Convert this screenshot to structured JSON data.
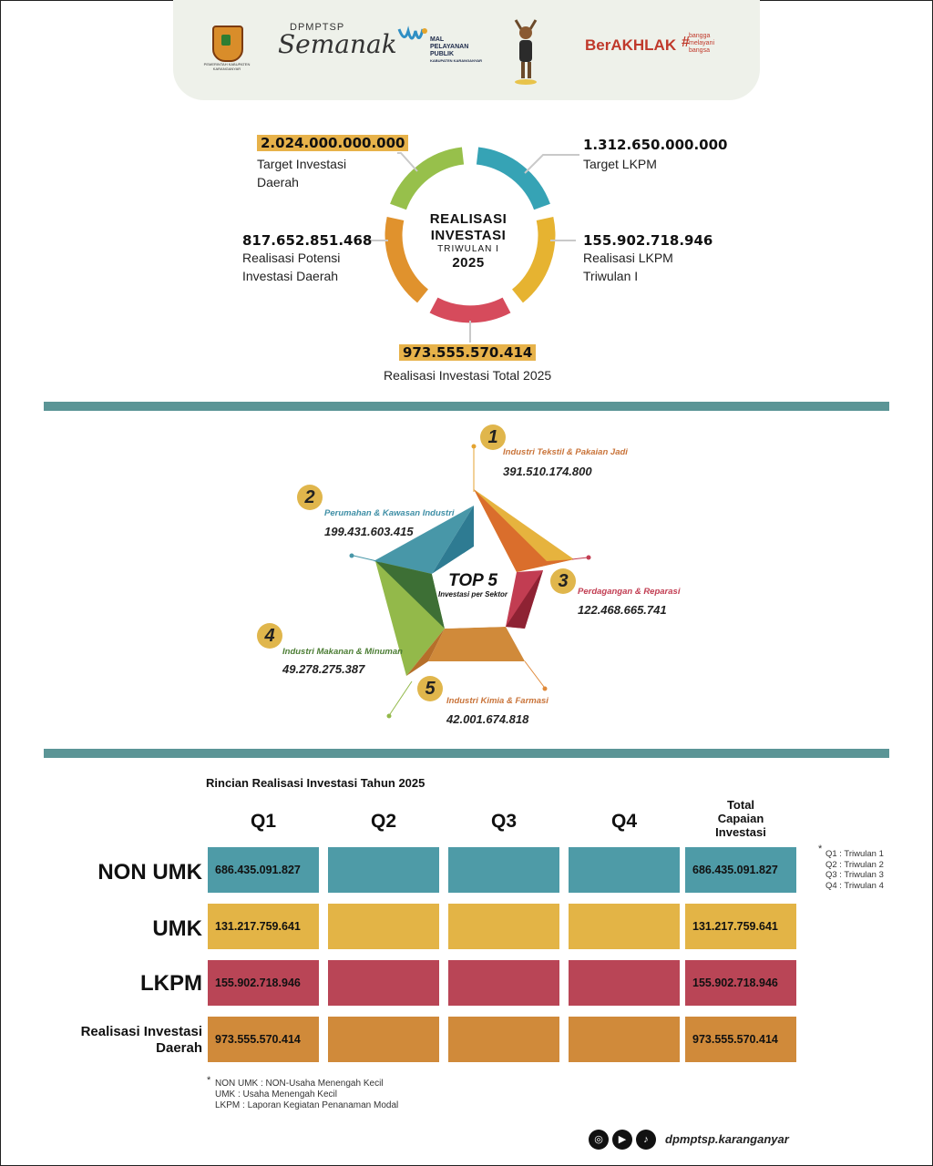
{
  "header": {
    "crest_caption": "PEMERINTAH KABUPATEN KARANGANYAR",
    "semanak_top": "DPMPTSP",
    "semanak": "Semanak",
    "mpp_lines": [
      "MAL",
      "PELAYANAN",
      "PUBLIK",
      "KABUPATEN KARANGANYAR"
    ],
    "berakhlak": "BerAKHLAK",
    "bangga_lines": [
      "bangga",
      "melayani",
      "bangsa"
    ]
  },
  "realisasi": {
    "center_line1": "REALISASI",
    "center_line2": "INVESTASI",
    "center_line3": "TRIWULAN I",
    "center_line4": "2025",
    "target_daerah_value": "2.024.000.000.000",
    "target_daerah_label1": "Target Investasi",
    "target_daerah_label2": "Daerah",
    "target_lkpm_value": "1.312.650.000.000",
    "target_lkpm_label": "Target LKPM",
    "potensi_value": "817.652.851.468",
    "potensi_label1": "Realisasi Potensi",
    "potensi_label2": "Investasi Daerah",
    "lkpm_tw_value": "155.902.718.946",
    "lkpm_tw_label1": "Realisasi LKPM",
    "lkpm_tw_label2": "Triwulan I",
    "total_value": "973.555.570.414",
    "total_label": "Realisasi Investasi Total 2025"
  },
  "top5": {
    "title": "TOP 5",
    "subtitle": "Investasi per Sektor",
    "sectors": [
      {
        "rank": "1",
        "name": "Industri Tekstil & Pakaian Jadi",
        "value": "391.510.174.800"
      },
      {
        "rank": "2",
        "name": "Perumahan & Kawasan Industri",
        "value": "199.431.603.415"
      },
      {
        "rank": "3",
        "name": "Perdagangan & Reparasi",
        "value": "122.468.665.741"
      },
      {
        "rank": "4",
        "name": "Industri Makanan & Minuman",
        "value": "49.278.275.387"
      },
      {
        "rank": "5",
        "name": "Industri Kimia & Farmasi",
        "value": "42.001.674.818"
      }
    ]
  },
  "table": {
    "title": "Rincian Realisasi Investasi Tahun 2025",
    "columns": [
      "Q1",
      "Q2",
      "Q3",
      "Q4"
    ],
    "total_head": [
      "Total",
      "Capaian",
      "Investasi"
    ],
    "rows": [
      {
        "label": "NON UMK",
        "q1": "686.435.091.827",
        "q2": "",
        "q3": "",
        "q4": "",
        "total": "686.435.091.827",
        "color": "#4e9ba7"
      },
      {
        "label": "UMK",
        "q1": "131.217.759.641",
        "q2": "",
        "q3": "",
        "q4": "",
        "total": "131.217.759.641",
        "color": "#e3b446"
      },
      {
        "label": "LKPM",
        "q1": "155.902.718.946",
        "q2": "",
        "q3": "",
        "q4": "",
        "total": "155.902.718.946",
        "color": "#b94556"
      },
      {
        "label1": "Realisasi Investasi",
        "label2": "Daerah",
        "q1": "973.555.570.414",
        "q2": "",
        "q3": "",
        "q4": "",
        "total": "973.555.570.414",
        "color": "#d08a3a"
      }
    ],
    "quarter_legend": [
      "Q1 : Triwulan 1",
      "Q2 : Triwulan 2",
      "Q3 : Triwulan 3",
      "Q4 : Triwulan 4"
    ],
    "notes": [
      "NON UMK : NON-Usaha Menengah Kecil",
      "UMK : Usaha Menengah Kecil",
      "LKPM : Laporan Kegiatan Penanaman Modal"
    ]
  },
  "footer": {
    "handle": "dpmptsp.karanganyar",
    "icons": [
      "instagram-icon",
      "youtube-icon",
      "tiktok-icon"
    ]
  }
}
